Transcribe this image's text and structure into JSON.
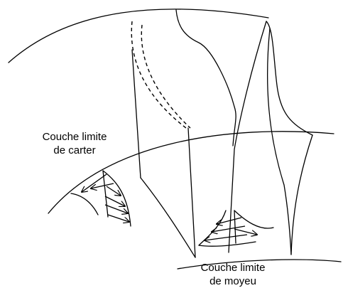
{
  "labels": {
    "casing_line1": "Couche limite",
    "casing_line2": "de carter",
    "hub_line1": "Couche limite",
    "hub_line2": "de moyeu"
  }
}
